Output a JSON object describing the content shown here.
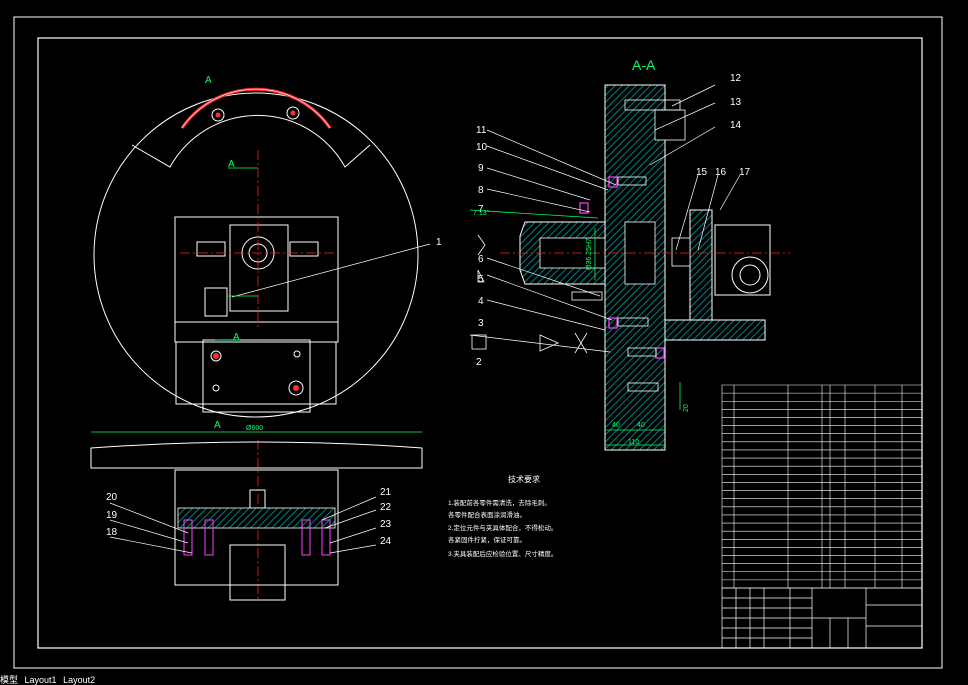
{
  "section_title": "A-A",
  "section_markers": [
    "A",
    "A",
    "A",
    "A"
  ],
  "part_numbers": [
    "1",
    "2",
    "3",
    "4",
    "5",
    "6",
    "7",
    "8",
    "9",
    "10",
    "11",
    "12",
    "13",
    "14",
    "15",
    "16",
    "17",
    "18",
    "19",
    "20",
    "21",
    "22",
    "23",
    "24"
  ],
  "dimensions": {
    "bore": "Ø36.25H7",
    "angle": "7.13°",
    "width_a": "40",
    "width_b": "40",
    "width_total": "110",
    "offset": "20",
    "diameter_top": "Ø600"
  },
  "tech_notes": {
    "title": "技术要求",
    "lines": [
      "1.装配前各零件需清洗，去除毛刺。",
      "各零件配合表面涂润滑油。",
      "2.定位元件与夹具体配合，不得松动。",
      "各紧固件拧紧，保证可靠。",
      "3.夹具装配后应检验位置、尺寸精度。"
    ]
  },
  "layout_tabs": [
    "模型",
    "Layout1",
    "Layout2"
  ],
  "colors": {
    "background": "#000000",
    "line": "#ffffff",
    "hatch": "#00a0a0",
    "centerline": "#ff2020",
    "dimension": "#00ff66",
    "highlight": "#ff40ff",
    "accent": "#ff3030"
  }
}
